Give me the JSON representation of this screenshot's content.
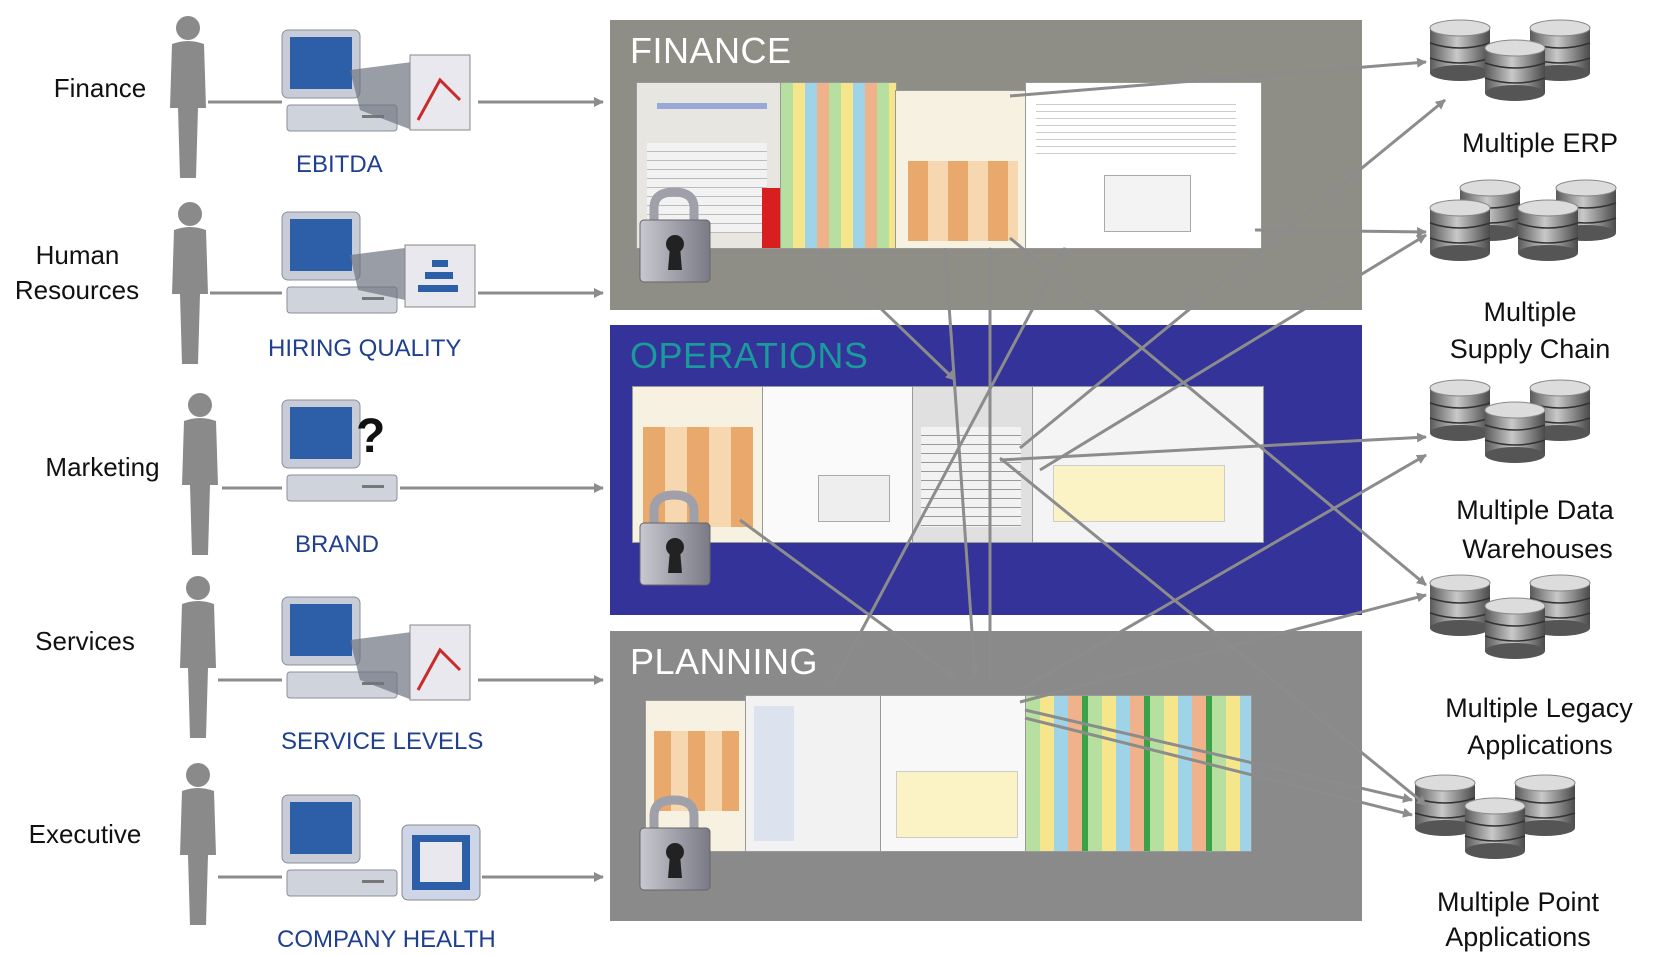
{
  "departments": [
    {
      "name": "Finance",
      "metric": "EBITDA",
      "screen": "chart-screen-icon"
    },
    {
      "name": "Human Resources",
      "metric": "HIRING QUALITY",
      "screen": "bars-screen-icon"
    },
    {
      "name": "Marketing",
      "metric": "BRAND",
      "screen": "question-mark-icon"
    },
    {
      "name": "Services",
      "metric": "SERVICE LEVELS",
      "screen": "chart-screen-icon"
    },
    {
      "name": "Executive",
      "metric": "COMPANY HEALTH",
      "screen": "dashboard-screen-icon"
    }
  ],
  "labels": {
    "finance": "Finance",
    "hr_line1": "Human",
    "hr_line2": "Resources",
    "marketing": "Marketing",
    "services": "Services",
    "executive": "Executive"
  },
  "metrics": {
    "finance": "EBITDA",
    "hr": "HIRING QUALITY",
    "marketing": "BRAND",
    "services": "SERVICE LEVELS",
    "executive": "COMPANY HEALTH"
  },
  "panels": {
    "finance": {
      "title": "FINANCE",
      "bg": "#8e8e86",
      "title_color": "#ffffff"
    },
    "operations": {
      "title": "OPERATIONS",
      "bg": "#333399",
      "title_color": "#1a9a9a"
    },
    "planning": {
      "title": "PLANNING",
      "bg": "#8a8a8a",
      "title_color": "#ffffff"
    }
  },
  "databases": {
    "erp": "Multiple ERP",
    "supply_1": "Multiple",
    "supply_2": "Supply Chain",
    "dw_1": "Multiple Data",
    "dw_2": "Warehouses",
    "legacy_1": "Multiple Legacy",
    "legacy_2": "Applications",
    "point_1": "Multiple Point",
    "point_2": "Applications"
  },
  "colors": {
    "arrow": "#8c8c8c",
    "metric_text": "#1f3f8f",
    "person": "#8a8a8a"
  }
}
